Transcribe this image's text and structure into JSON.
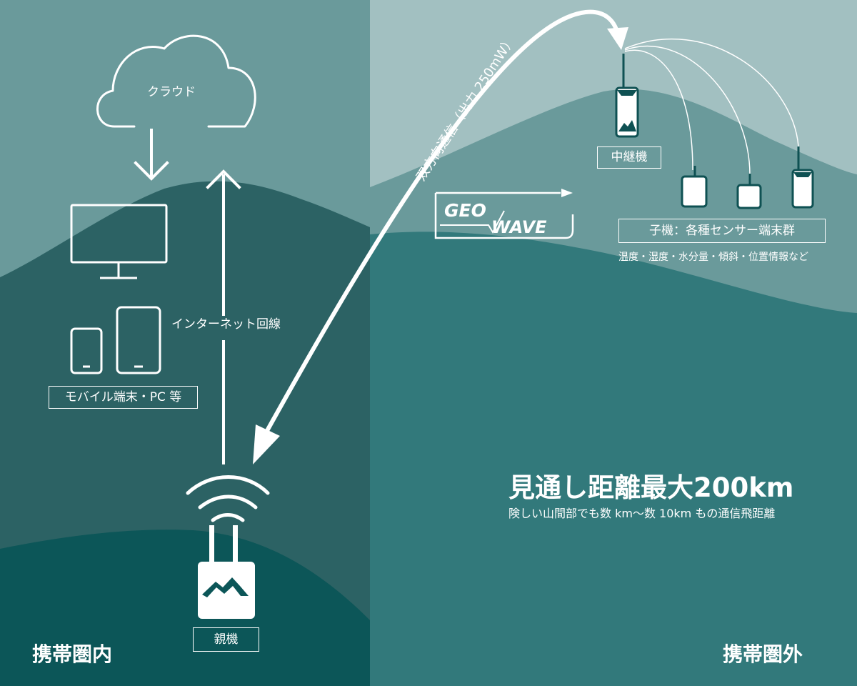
{
  "labels": {
    "cloud": "クラウド",
    "internet": "インターネット回線",
    "mobile": "モバイル端末・PC 等",
    "parent": "親機",
    "relay": "中継機",
    "child": "子機：各種センサー端末群",
    "sensor_types": "温度・湿度・水分量・傾斜・位置情報など",
    "comm": "双方向通信（出力 250mW）",
    "range_title": "見通し距離最大200km",
    "range_sub": "険しい山間部でも数 km～数 10km もの通信飛距離",
    "zone_in": "携帯圏内",
    "zone_out": "携帯圏外"
  },
  "logo": {
    "top": "GEO",
    "bottom": "WAVE"
  },
  "colors": {
    "sky_left": "#6a9a9b",
    "sky_right": "#a2c0c1",
    "hill": "#6a9a9b",
    "valley_left": "#2c6264",
    "valley_right": "#32797b",
    "foreground_hill": "#0c5658",
    "white": "#ffffff"
  }
}
